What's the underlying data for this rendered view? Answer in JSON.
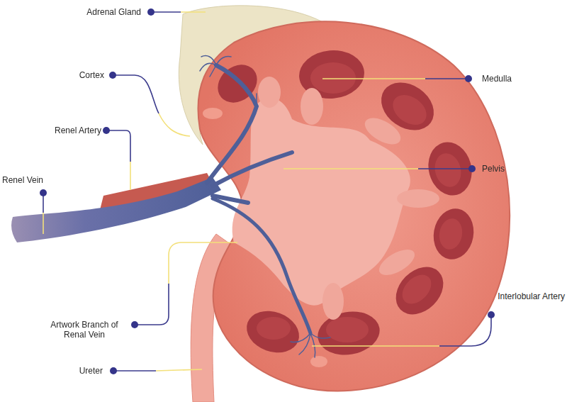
{
  "diagram": {
    "labels": [
      "Adrenal Gland",
      "Cortex",
      "Renel Artery",
      "Renel Vein",
      "Medulla",
      "Pelvis",
      "Artwork Branch of Renal Vein",
      "Ureter",
      "Interlobular Artery"
    ]
  }
}
